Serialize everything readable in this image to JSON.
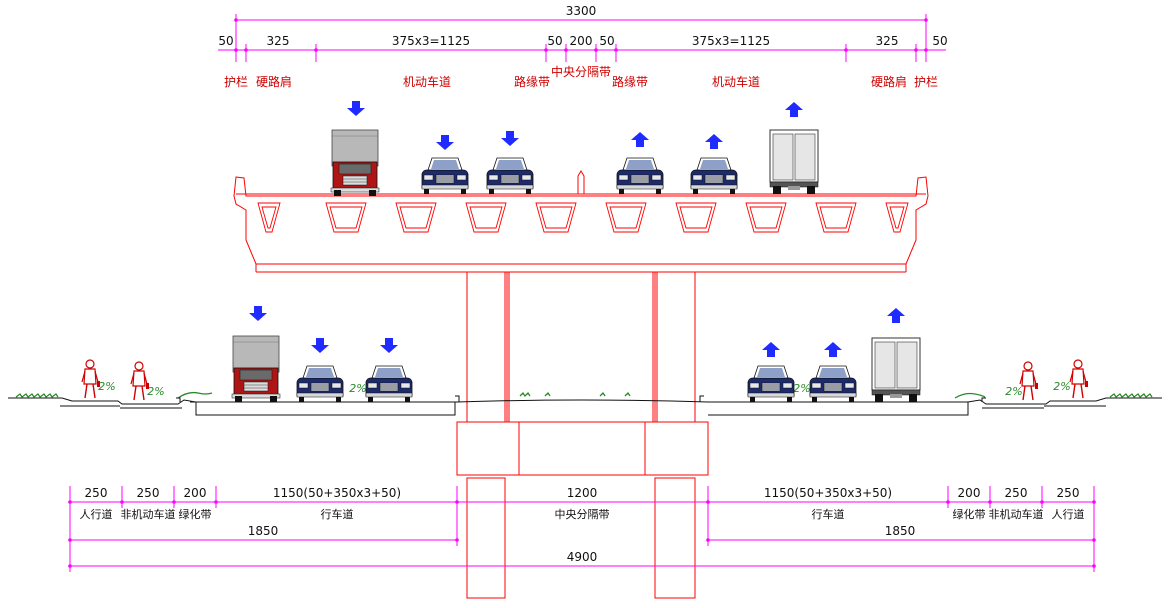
{
  "colors": {
    "structure": "#ff0000",
    "dimension": "#ff00ff",
    "text": "#111111",
    "label_red": "#d00000",
    "arrow": "#1f2bff",
    "car_body": "#1d2a6b",
    "truck_cab": "#b01515",
    "grass": "#2a8a2a"
  },
  "upper_deck": {
    "total": "3300",
    "segments": [
      "50",
      "325",
      "375x3=1125",
      "50",
      "200",
      "50",
      "375x3=1125",
      "325",
      "50"
    ],
    "labels": {
      "guardrail_left": "护栏",
      "shoulder_left": "硬路肩",
      "lanes_left": "机动车道",
      "curb_strip_left": "路缘带",
      "median": "中央分隔带",
      "curb_strip_right": "路缘带",
      "lanes_right": "机动车道",
      "shoulder_right": "硬路肩",
      "guardrail_right": "护栏"
    }
  },
  "ground_road": {
    "segments": [
      "250",
      "250",
      "200",
      "1150(50+350x3+50)",
      "1200",
      "1150(50+350x3+50)",
      "200",
      "250",
      "250"
    ],
    "labels": [
      "人行道",
      "非机动车道",
      "绿化带",
      "行车道",
      "中央分隔带",
      "行车道",
      "绿化带",
      "非机动车道",
      "人行道"
    ],
    "half_width": "1850",
    "total": "4900",
    "slope": "2%"
  },
  "icons": {
    "direction_down": "arrow-down-icon",
    "direction_up": "arrow-up-icon",
    "car": "car-icon",
    "truck": "truck-icon",
    "pedestrian": "pedestrian-icon"
  }
}
